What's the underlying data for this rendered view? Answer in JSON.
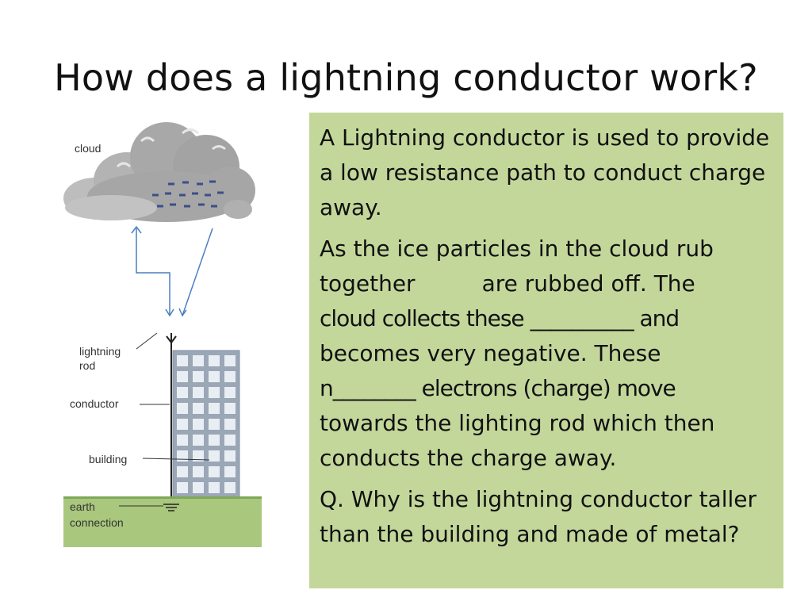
{
  "slide": {
    "title": "How does a lightning conductor work?"
  },
  "diagram": {
    "labels": {
      "cloud": "cloud",
      "lightning_rod_line1": "lightning",
      "lightning_rod_line2": "rod",
      "conductor": "conductor",
      "building": "building",
      "earth_line1": "earth",
      "earth_line2": "connection"
    },
    "colors": {
      "cloud": "#a6a6a6",
      "charge": "#3b4f8a",
      "arrow": "#4a7fc0",
      "building": "#9aa7b6",
      "ground": "#a9c77d"
    }
  },
  "panel": {
    "background": "#c4d79b",
    "para1": "A Lightning conductor is used to provide a low resistance path to conduct charge away.",
    "para2": {
      "line1": "As the ice particles in the cloud rub",
      "line2a": "together",
      "line2b": "are rubbed off.  The",
      "line3": "cloud collects these __________ and",
      "line4": "becomes very negative.  These",
      "line5": "n________ electrons (charge) move",
      "line6": "towards the lighting rod which then",
      "line7": "conducts the charge away."
    },
    "question": "Q.  Why is the lightning conductor taller than the building and made of metal?"
  }
}
